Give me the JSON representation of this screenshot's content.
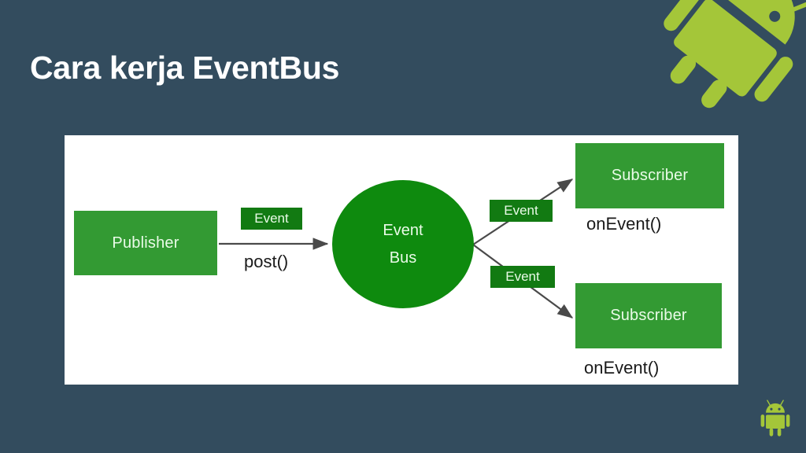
{
  "slide": {
    "title": "Cara kerja EventBus",
    "background_color": "#334c5e",
    "panel_background": "#ffffff"
  },
  "colors": {
    "node_green": "#339a33",
    "circle_green": "#0e8a0e",
    "tag_green": "#127a12",
    "android_green": "#a4c639",
    "connector": "#4a4a4a",
    "title_text": "#ffffff",
    "node_text": "#eafbe8",
    "label_text": "#1a1a1a"
  },
  "diagram": {
    "type": "flow",
    "nodes": [
      {
        "id": "publisher",
        "label": "Publisher",
        "shape": "rect"
      },
      {
        "id": "event-bus",
        "label_line1": "Event",
        "label_line2": "Bus",
        "shape": "circle"
      },
      {
        "id": "subscriber-1",
        "label": "Subscriber",
        "shape": "rect"
      },
      {
        "id": "subscriber-2",
        "label": "Subscriber",
        "shape": "rect"
      }
    ],
    "edge_tags": [
      {
        "id": "tag-post",
        "label": "Event"
      },
      {
        "id": "tag-top",
        "label": "Event"
      },
      {
        "id": "tag-bottom",
        "label": "Event"
      }
    ],
    "method_labels": [
      {
        "id": "post",
        "label": "post()"
      },
      {
        "id": "onevent-1",
        "label": "onEvent()"
      },
      {
        "id": "onevent-2",
        "label": "onEvent()"
      }
    ]
  },
  "decorations": [
    {
      "id": "android-topright",
      "icon": "android-robot-icon"
    },
    {
      "id": "android-bottomright",
      "icon": "android-robot-icon"
    }
  ]
}
